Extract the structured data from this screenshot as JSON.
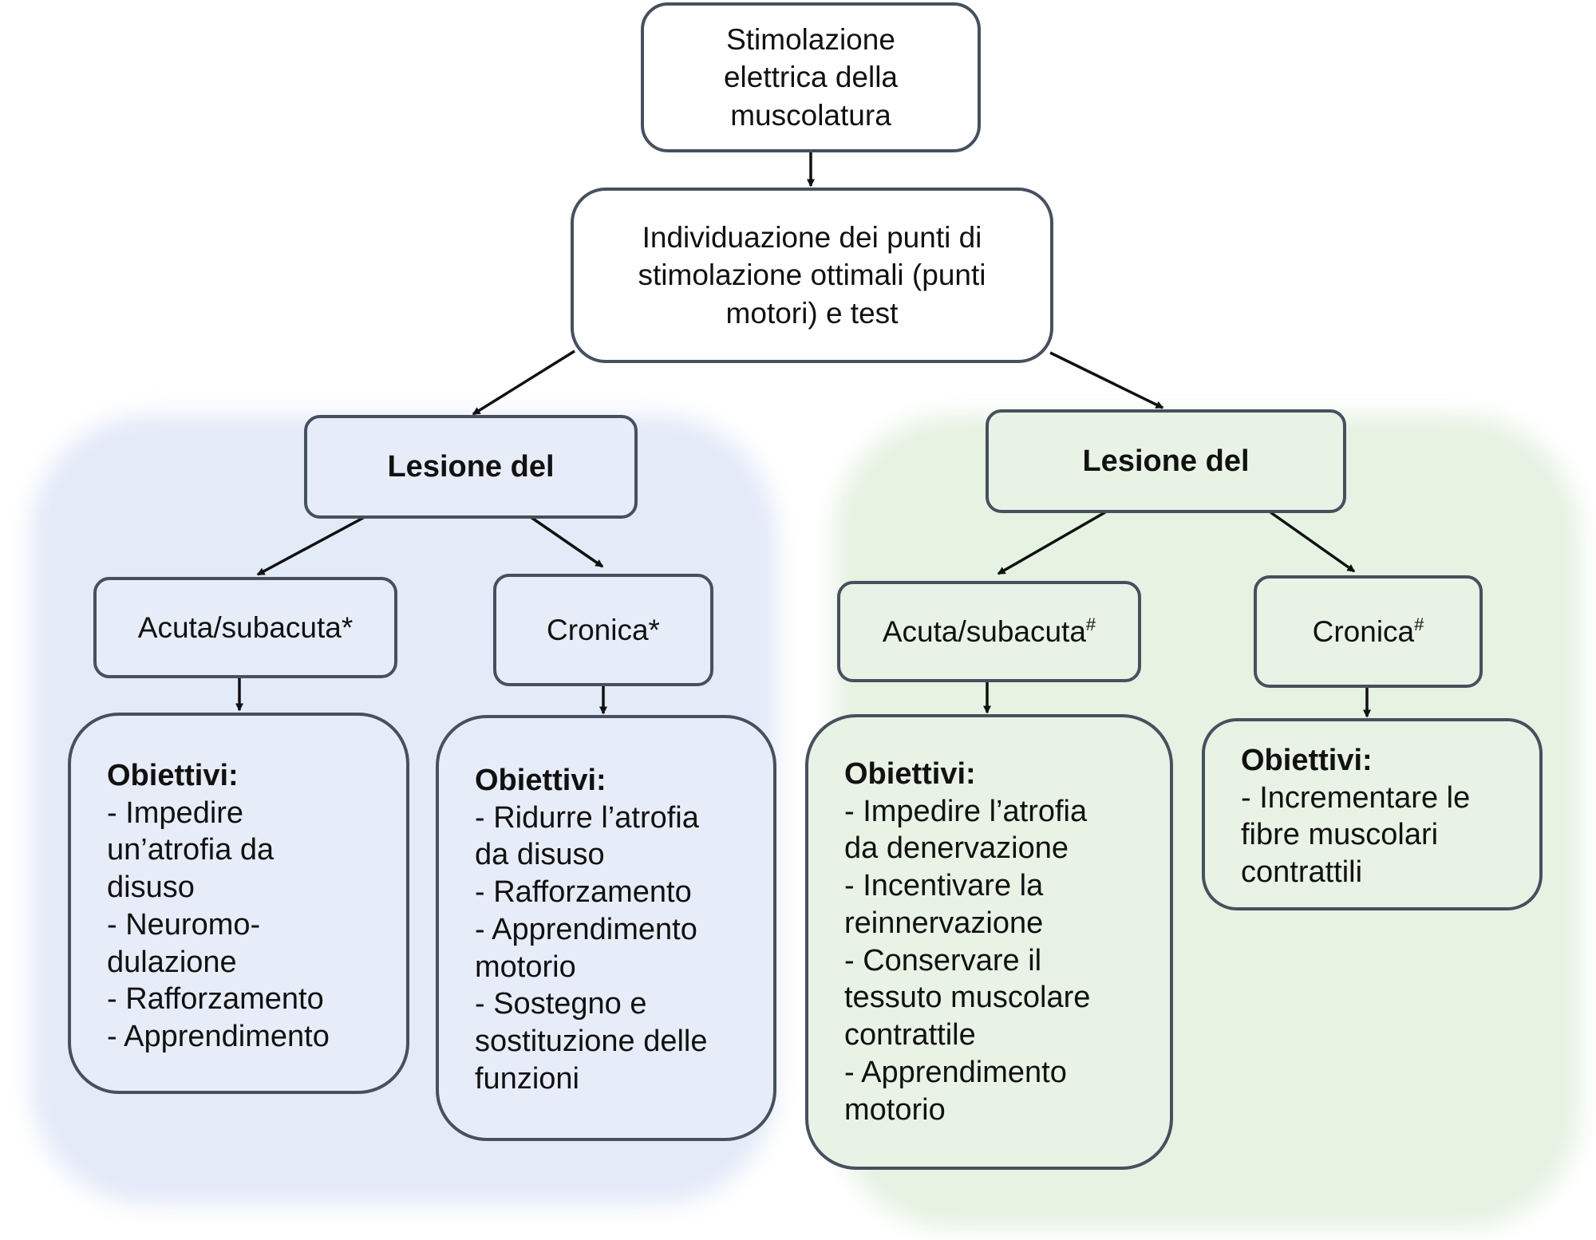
{
  "colors": {
    "region_left": "#e3eaf8",
    "region_right": "#e6f2e2",
    "box_border": "#46505e",
    "arrow": "#111111"
  },
  "top_box": {
    "lines": [
      "Stimolazione",
      "elettrica della",
      "muscolatura"
    ]
  },
  "mid_box": {
    "lines": [
      "Individuazione dei punti di",
      "stimolazione ottimali (punti",
      "motori) e test"
    ]
  },
  "left_branch": {
    "lesion_label": "Lesione del",
    "acute": {
      "label": "Acuta/subacuta*",
      "objectives_title": "Obiettivi:",
      "objective_lines": [
        "- Impedire",
        "un’atrofia da",
        "disuso",
        "- Neuromo-",
        "dulazione",
        "- Rafforzamento",
        "- Apprendimento"
      ]
    },
    "chronic": {
      "label": "Cronica*",
      "objectives_title": "Obiettivi:",
      "objective_lines": [
        "- Ridurre l’atrofia",
        "da disuso",
        "- Rafforzamento",
        "- Apprendimento",
        "motorio",
        "- Sostegno e",
        "sostituzione delle",
        "funzioni"
      ]
    }
  },
  "right_branch": {
    "lesion_label": "Lesione del",
    "acute": {
      "label": "Acuta/subacuta",
      "label_mark": "#",
      "objectives_title": "Obiettivi:",
      "objective_lines": [
        "- Impedire l’atrofia",
        "da denervazione",
        "- Incentivare la",
        "reinnervazione",
        "- Conservare il",
        "tessuto muscolare",
        "contrattile",
        "- Apprendimento",
        "motorio"
      ]
    },
    "chronic": {
      "label": "Cronica",
      "label_mark": "#",
      "objectives_title": "Obiettivi:",
      "objective_lines": [
        "- Incrementare le",
        "fibre muscolari",
        "contrattili"
      ]
    }
  }
}
